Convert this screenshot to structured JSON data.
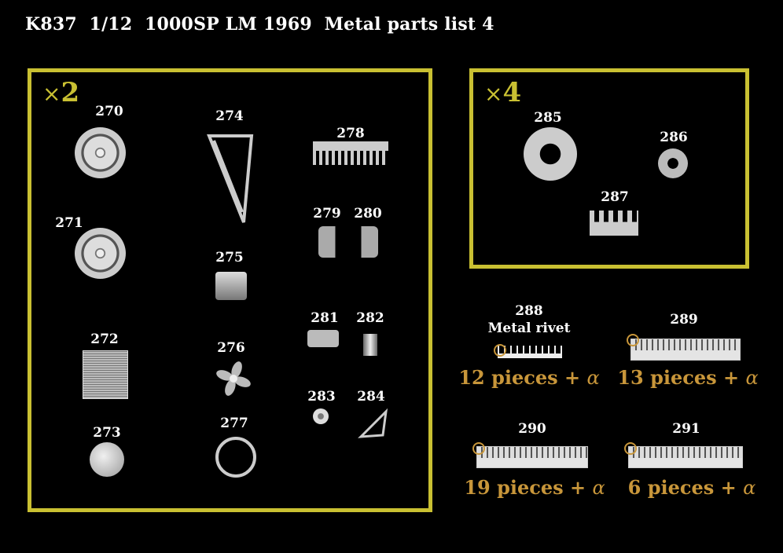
{
  "title": "K837  1/12  1000SP LM 1969  Metal parts list 4",
  "colors": {
    "frame": "#c9c032",
    "pieces": "#c8963a"
  },
  "group_x2": {
    "multiplier_sign": "×",
    "multiplier": "2",
    "parts": [
      "270",
      "271",
      "272",
      "273",
      "274",
      "275",
      "276",
      "277",
      "278",
      "279",
      "280",
      "281",
      "282",
      "283",
      "284"
    ]
  },
  "group_x4": {
    "multiplier_sign": "×",
    "multiplier": "4",
    "parts": [
      "285",
      "286",
      "287"
    ]
  },
  "rivets": [
    {
      "number": "288",
      "label": "Metal rivet",
      "count": "12",
      "pieces": "pieces +",
      "alpha": "α"
    },
    {
      "number": "289",
      "count": "13",
      "pieces": "pieces +",
      "alpha": "α"
    },
    {
      "number": "290",
      "count": "19",
      "pieces": "pieces +",
      "alpha": "α"
    },
    {
      "number": "291",
      "count": "6",
      "pieces": "pieces +",
      "alpha": "α"
    }
  ]
}
